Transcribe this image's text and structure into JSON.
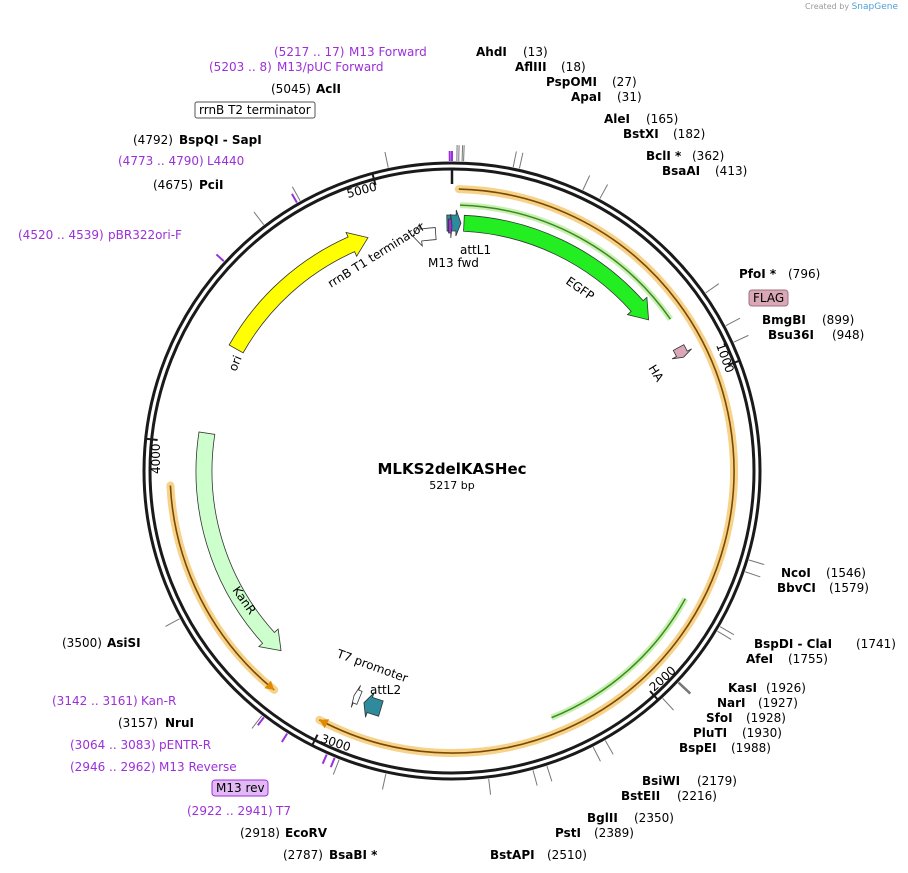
{
  "credit": {
    "prefix": "Created by",
    "brand": "SnapGene"
  },
  "plasmid": {
    "name": "MLKS2delKASHec",
    "length_bp": 5217,
    "length_label": "5217 bp"
  },
  "ring_ticks": [
    "1000",
    "2000",
    "3000",
    "4000",
    "5000"
  ],
  "enzymes": [
    {
      "name": "AhdI",
      "pos": "(13)",
      "bp": 13
    },
    {
      "name": "AflIII",
      "pos": "(18)",
      "bp": 18
    },
    {
      "name": "PspOMI",
      "pos": "(27)",
      "bp": 27
    },
    {
      "name": "ApaI",
      "pos": "(31)",
      "bp": 31
    },
    {
      "name": "AleI",
      "pos": "(165)",
      "bp": 165
    },
    {
      "name": "BstXI",
      "pos": "(182)",
      "bp": 182
    },
    {
      "name": "BclI *",
      "pos": "(362)",
      "bp": 362
    },
    {
      "name": "BsaAI",
      "pos": "(413)",
      "bp": 413
    },
    {
      "name": "PfoI *",
      "pos": "(796)",
      "bp": 796
    },
    {
      "name": "BmgBI",
      "pos": "(899)",
      "bp": 899
    },
    {
      "name": "Bsu36I",
      "pos": "(948)",
      "bp": 948
    },
    {
      "name": "NcoI",
      "pos": "(1546)",
      "bp": 1546
    },
    {
      "name": "BbvCI",
      "pos": "(1579)",
      "bp": 1579
    },
    {
      "name": "BspDI - ClaI",
      "pos": "(1741)",
      "bp": 1741
    },
    {
      "name": "AfeI",
      "pos": "(1755)",
      "bp": 1755
    },
    {
      "name": "KasI",
      "pos": "(1926)",
      "bp": 1926
    },
    {
      "name": "NarI",
      "pos": "(1927)",
      "bp": 1927
    },
    {
      "name": "SfoI",
      "pos": "(1928)",
      "bp": 1928
    },
    {
      "name": "PluTI",
      "pos": "(1930)",
      "bp": 1930
    },
    {
      "name": "BspEI",
      "pos": "(1988)",
      "bp": 1988
    },
    {
      "name": "BsiWI",
      "pos": "(2179)",
      "bp": 2179
    },
    {
      "name": "BstEII",
      "pos": "(2216)",
      "bp": 2216
    },
    {
      "name": "BglII",
      "pos": "(2350)",
      "bp": 2350
    },
    {
      "name": "PstI",
      "pos": "(2389)",
      "bp": 2389
    },
    {
      "name": "BstAPI",
      "pos": "(2510)",
      "bp": 2510
    },
    {
      "name": "BsaBI *",
      "pos": "(2787)",
      "bp": 2787
    },
    {
      "name": "EcoRV",
      "pos": "(2918)",
      "bp": 2918
    },
    {
      "name": "NruI",
      "pos": "(3157)",
      "bp": 3157
    },
    {
      "name": "AsiSI",
      "pos": "(3500)",
      "bp": 3500
    },
    {
      "name": "PciI",
      "pos": "(4675)",
      "bp": 4675
    },
    {
      "name": "BspQI - SapI",
      "pos": "(4792)",
      "bp": 4792
    },
    {
      "name": "AclI",
      "pos": "(5045)",
      "bp": 5045
    }
  ],
  "primers": [
    {
      "name": "M13 Forward",
      "range": "(5217 .. 17)",
      "bp": 0
    },
    {
      "name": "M13/pUC Forward",
      "range": "(5203 .. 8)",
      "bp": 5211
    },
    {
      "name": "L4440",
      "range": "(4773 .. 4790)",
      "bp": 4782
    },
    {
      "name": "pBR322ori-F",
      "range": "(4520 .. 4539)",
      "bp": 4530
    },
    {
      "name": "Kan-R",
      "range": "(3142 .. 3161)",
      "bp": 3150
    },
    {
      "name": "pENTR-R",
      "range": "(3064 .. 3083)",
      "bp": 3074
    },
    {
      "name": "M13 Reverse",
      "range": "(2946 .. 2962)",
      "bp": 2954
    },
    {
      "name": "T7",
      "range": "(2922 .. 2941)",
      "bp": 2931
    }
  ],
  "boxed_labels": [
    {
      "text": "rrnB T2 terminator",
      "style": "terminator"
    },
    {
      "text": "FLAG",
      "style": "tag"
    },
    {
      "text": "M13 rev",
      "style": "primer"
    }
  ],
  "features": [
    {
      "name": "EGFP",
      "start": 40,
      "end": 760,
      "color": "#22ee22",
      "strand": 1
    },
    {
      "name": "ori",
      "start": 4340,
      "end": 4930,
      "color": "#ffff00",
      "strand": 1
    },
    {
      "name": "KanR",
      "start": 3240,
      "end": 4040,
      "color": "#ccffcc",
      "strand": -1
    },
    {
      "name": "attL1",
      "start": 5200,
      "end": 30,
      "color": "#2e8b9e",
      "strand": 1
    },
    {
      "name": "attL2",
      "start": 2850,
      "end": 2910,
      "color": "#2e8b9e",
      "strand": 1
    },
    {
      "name": "HA",
      "start": 890,
      "end": 925,
      "color": "#d9a7b5",
      "strand": 1
    },
    {
      "name": "rrnB T1 terminator",
      "start": 5080,
      "end": 5160,
      "color": "#ffffff",
      "strand": -1
    },
    {
      "name": "T7 promoter",
      "start": 2930,
      "end": 2950,
      "color": "#ffffff",
      "strand": 1
    },
    {
      "name": "M13 fwd",
      "start": 5205,
      "end": 5217,
      "color": "#9b30d9",
      "strand": 1
    }
  ],
  "orfs": [
    {
      "start": 20,
      "end": 3015,
      "strand": 1,
      "color": "#e08a00"
    },
    {
      "start": 3175,
      "end": 3870,
      "strand": -1,
      "color": "#e08a00"
    }
  ],
  "feature_labels": [
    "EGFP",
    "ori",
    "KanR",
    "attL1",
    "attL2",
    "HA",
    "rrnB T1 terminator",
    "T7 promoter",
    "M13 fwd"
  ],
  "colors": {
    "backbone": "#1a1a1a",
    "primer": "#9b30d9",
    "tag": "#d9a7b5",
    "orf": "#e08a00"
  }
}
